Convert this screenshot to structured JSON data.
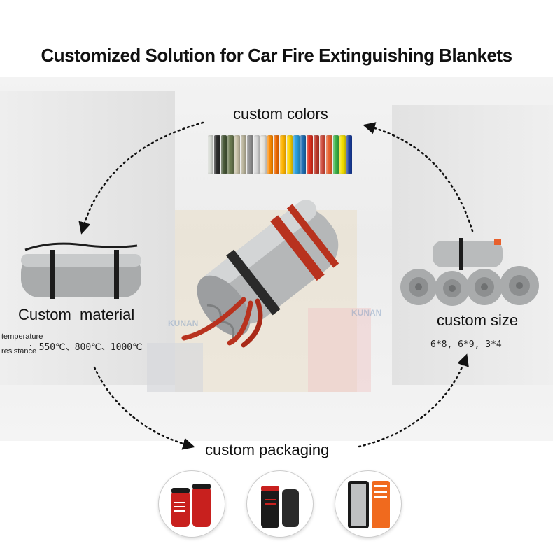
{
  "title": "Customized Solution for Car Fire Extinguishing Blankets",
  "labels": {
    "colors": "custom colors",
    "material": "Custom  material",
    "size": "custom size",
    "packaging": "custom packaging"
  },
  "material_spec": {
    "line1": "temperature",
    "line2": "resistance",
    "values": ": 550℃、800℃、1000℃"
  },
  "size_spec": "6*8, 6*9, 3*4",
  "watermark": "KUNAN",
  "swatch_colors": [
    "#d9dcd6",
    "#2b2b2b",
    "#4a5a3a",
    "#6b7a50",
    "#c9c2a8",
    "#b8b39a",
    "#8e8e8e",
    "#d8d8d8",
    "#e8e6df",
    "#ff8c00",
    "#f26a00",
    "#ffb400",
    "#ffd500",
    "#2aa0e0",
    "#1f6fb5",
    "#e03020",
    "#c0392b",
    "#d04a3a",
    "#e8602c",
    "#3db54a",
    "#f4e000",
    "#1a3fa0"
  ],
  "colors": {
    "blanket": "#a9abac",
    "strap": "#b8321e",
    "bag_red": "#c8201e",
    "bag_black": "#1a1a1a",
    "bag_orange": "#f06a1e"
  }
}
